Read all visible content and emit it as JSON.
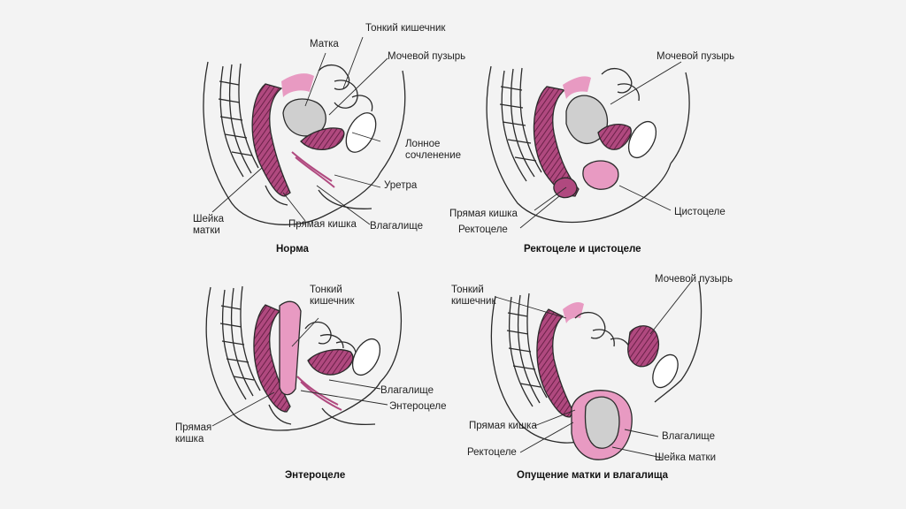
{
  "panels": {
    "norma": {
      "caption": "Норма",
      "labels": {
        "small_intestine": "Тонкий кишечник",
        "uterus": "Матка",
        "bladder": "Мочевой пузырь",
        "pubic_symphysis": "Лонное\nсочленение",
        "urethra": "Уретра",
        "vagina": "Влагалище",
        "rectum": "Прямая кишка",
        "cervix": "Шейка\nматки"
      }
    },
    "rectocele_cystocele": {
      "caption": "Ректоцеле и  цистоцеле",
      "labels": {
        "bladder": "Мочевой пузырь",
        "rectum": "Прямая кишка",
        "rectocele": "Ректоцеле",
        "cystocele": "Цистоцеле"
      }
    },
    "enterocele": {
      "caption": "Энтероцеле",
      "labels": {
        "small_intestine": "Тонкий\nкишечник",
        "vagina": "Влагалище",
        "enterocele": "Энтероцеле",
        "rectum": "Прямая\nкишка"
      }
    },
    "prolapse": {
      "caption": "Опущение матки и влагалища",
      "labels": {
        "small_intestine": "Тонкий\nкишечник",
        "bladder": "Мочевой пузырь",
        "vagina": "Влагалище",
        "cervix": "Шейка матки",
        "rectum": "Прямая кишка",
        "rectocele": "Ректоцеле"
      }
    }
  },
  "colors": {
    "pink": "#e89ac2",
    "dark_tissue": "#8a3566",
    "gray_organ": "#cfcfcf",
    "line": "#2a2a2a"
  }
}
